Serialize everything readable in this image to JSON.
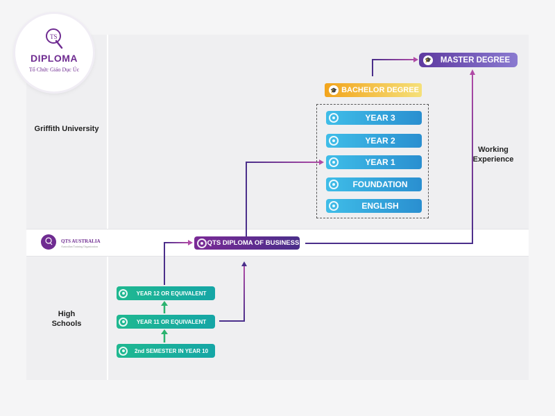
{
  "logo": {
    "monogram": "QTS",
    "title": "DIPLOMA",
    "subtitle": "Tổ Chức Giáo Dục Úc"
  },
  "band_logo": {
    "name": "QTS AUSTRALIA",
    "tagline": "Australian Training Organization"
  },
  "side_labels": {
    "griffith": "Griffith University",
    "high_schools": "High Schools",
    "working_experience": "Working Experience"
  },
  "nodes": {
    "master_degree": "MASTER DEGREE",
    "bachelor_degree": "BACHELOR DEGREE",
    "year3": "YEAR 3",
    "year2": "YEAR 2",
    "year1": "YEAR 1",
    "foundation": "FOUNDATION",
    "english": "ENGLISH",
    "qts_diploma": "QTS DIPLOMA OF BUSINESS",
    "year12": "YEAR 12 OR EQUIVALENT",
    "year11": "YEAR 11 OR EQUIVALENT",
    "semester": "2nd SEMESTER IN YEAR 10"
  },
  "icons": {
    "cap": "graduation-cap-icon",
    "node": "target-circle-icon"
  },
  "colors": {
    "brand_purple": "#6f2c91",
    "blue_start": "#3fbde8",
    "blue_end": "#2a8fd0",
    "green_start": "#1fb890",
    "green_end": "#15a6a6",
    "gold_start": "#f2a41c",
    "gold_end": "#f5e07a",
    "connector_purple": "#5b2e8e",
    "connector_green": "#2bb36f"
  }
}
